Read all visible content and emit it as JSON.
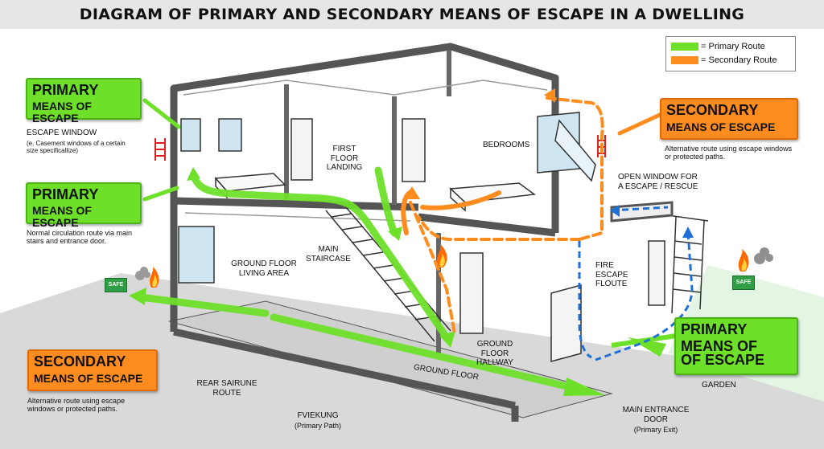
{
  "title": "DIAGRAM OF PRIMARY AND SECONDARY MEANS OF ESCAPE IN A DWELLING",
  "legend": {
    "primary": "= Primary Route",
    "secondary": "= Secondary Route"
  },
  "colors": {
    "primary": "#6ee02a",
    "secondary": "#ff8c1e",
    "fire_escape_route": "#1f6fd6",
    "safe": "#2f9e44"
  },
  "callouts": {
    "primary_top": {
      "line1": "PRIMARY",
      "line2": "MEANS OF ESCAPE"
    },
    "escape_window": {
      "title": "ESCAPE WINDOW",
      "desc": "(e. Casement windows of a certain size specificallize)"
    },
    "primary_mid": {
      "line1": "PRIMARY",
      "line2": "MEANS OF ESCAPE"
    },
    "primary_mid_desc": "Normal circulation route via main stairs and entrance door.",
    "secondary_left": {
      "line1": "SECONDARY",
      "line2": "MEANS OF ESCAPE"
    },
    "secondary_left_desc": "Alternative route using escape windows or protected paths.",
    "secondary_right": {
      "line1": "SECONDARY",
      "line2": "MEANS OF ESCAPE"
    },
    "secondary_right_desc": "Alternative route using escape windows or protected paths.",
    "primary_right": {
      "line1": "PRIMARY",
      "line2": "MEANS OF",
      "line3": "OF ESCAPE"
    }
  },
  "labels": {
    "first_floor_landing": "FIRST FLOOR LANDING",
    "bedrooms": "BEDROOMS",
    "open_window": "OPEN WINDOW FOR A ESCAPE / RESCUE",
    "main_staircase": "MAIN STAIRCASE",
    "ground_floor_living": "GROUND FLOOR LIVING AREA",
    "fire_escape_route": "FIRE ESCAPE FLOUTE",
    "ground_floor_hallway": "GROUND FLOOR HALLWAY",
    "ground_floor": "GROUND FLOOR",
    "rear_route": "REAR SAIRUNE ROUTE",
    "fviekung": "FVIEKUNG",
    "primary_path": "(Primary Path)",
    "main_entrance": "MAIN ENTRANCE DOOR",
    "primary_exit": "(Primary Exit)",
    "garden": "GARDEN",
    "safe_left": "SAFE",
    "safe_right": "SAFE"
  },
  "icons": [
    "fire-icon",
    "smoke-icon",
    "ladder-icon",
    "safe-sign-icon"
  ]
}
